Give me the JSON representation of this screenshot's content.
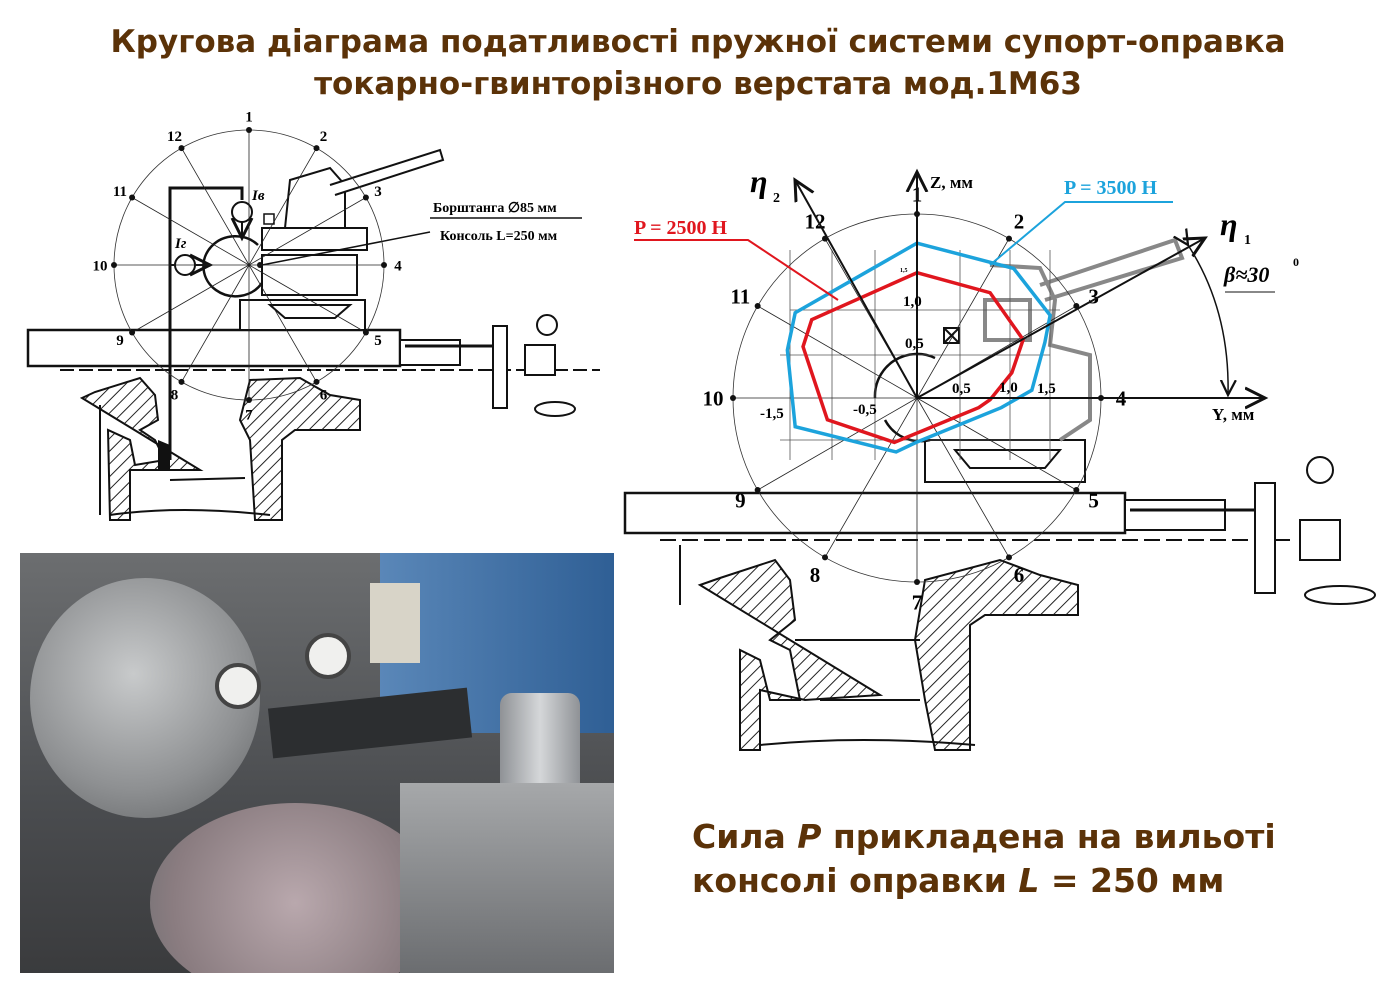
{
  "title": {
    "line1": "Кругова діаграма податливості пружної системи супорт-оправка",
    "line2": "токарно-гвинторізного верстата мод.1М63"
  },
  "left_diagram": {
    "points": [
      "1",
      "2",
      "3",
      "4",
      "5",
      "6",
      "7",
      "8",
      "9",
      "10",
      "11",
      "12"
    ],
    "indicator_vertical": "Iв",
    "indicator_horizontal": "Iг",
    "boring_bar": "Борштанга ∅85 мм",
    "console": "Консоль L=250 мм"
  },
  "right_diagram": {
    "points": [
      "1",
      "2",
      "3",
      "4",
      "5",
      "6",
      "7",
      "8",
      "9",
      "10",
      "11",
      "12"
    ],
    "axis_z": "Z, мм",
    "axis_y": "Y, мм",
    "eta1": "η",
    "eta1_sub": "1",
    "eta2": "η",
    "eta2_sub": "2",
    "beta": "β≈30",
    "beta_sup": "0",
    "ticks": {
      "y_pos": [
        "0,5",
        "1,0",
        "1,5"
      ],
      "y_neg": [
        "-0,5",
        "-1,5"
      ],
      "z_pos": [
        "0,5",
        "1,0"
      ],
      "z_small": "1,5"
    }
  },
  "chart_data": {
    "type": "polar-polygon",
    "title": "Кругова діаграма податливості",
    "xlabel": "Y, мм",
    "ylabel": "Z, мм",
    "series": [
      {
        "name": "P = 2500 Н",
        "color": "#e0161e",
        "points": [
          [
            0,
            1.44
          ],
          [
            0.84,
            1.21
          ],
          [
            1.22,
            0.67
          ],
          [
            1.09,
            0.29
          ],
          [
            0.84,
            -0.02
          ],
          [
            0.71,
            -0.11
          ],
          [
            -0.26,
            -0.51
          ],
          [
            -1.03,
            -0.25
          ],
          [
            -1.31,
            0.59
          ],
          [
            -1.21,
            0.9
          ]
        ]
      },
      {
        "name": "P = 3500 Н",
        "color": "#1ca3dc",
        "points": [
          [
            0,
            1.78
          ],
          [
            1.11,
            1.49
          ],
          [
            1.53,
            0.95
          ],
          [
            1.47,
            0.64
          ],
          [
            1.32,
            0.09
          ],
          [
            0.97,
            -0.11
          ],
          [
            -0.01,
            -0.51
          ],
          [
            -0.24,
            -0.62
          ],
          [
            -1.4,
            -0.33
          ],
          [
            -1.49,
            0.55
          ],
          [
            -1.4,
            0.98
          ]
        ]
      }
    ]
  },
  "caption": {
    "line1_pre": "Сила ",
    "line1_var": "P",
    "line1_post": " прикладена на вильоті",
    "line2_pre": "консолі оправки ",
    "line2_var": "L",
    "line2_post": " = 250 мм"
  }
}
